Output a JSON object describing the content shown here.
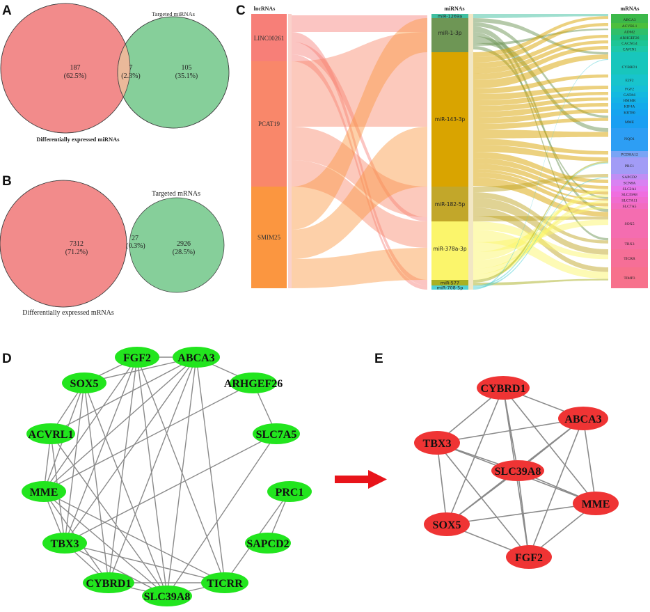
{
  "panels": {
    "A": "A",
    "B": "B",
    "C": "C",
    "D": "D",
    "E": "E"
  },
  "venn_a": {
    "left_label": "Differentially expressed miRNAs",
    "right_label": "Targeted miRNAs",
    "left_count": "187",
    "left_pct": "(62.5%)",
    "overlap_count": "7",
    "overlap_pct": "(2.3%)",
    "right_count": "105",
    "right_pct": "(35.1%)",
    "colors": {
      "left": "#f28b8b",
      "right": "#86cf9a",
      "overlap": "#eab99a"
    }
  },
  "venn_b": {
    "left_label": "Differentially expressed mRNAs",
    "right_label": "Targeted mRNAs",
    "left_count": "7312",
    "left_pct": "(71.2%)",
    "overlap_count": "27",
    "overlap_pct": "(0.3%)",
    "right_count": "2926",
    "right_pct": "(28.5%)",
    "colors": {
      "left": "#f28b8b",
      "right": "#86cf9a"
    }
  },
  "sankey": {
    "col_headers": {
      "lnc": "lncRNAs",
      "mi": "miRNAs",
      "m": "mRNAs"
    },
    "lncrnas": [
      {
        "name": "LINC00261",
        "color": "#f77f78"
      },
      {
        "name": "PCAT19",
        "color": "#f9876a"
      },
      {
        "name": "SMIM25",
        "color": "#fb9640"
      }
    ],
    "mirnas": [
      {
        "name": "miR-1269a",
        "color": "#3fbfa0"
      },
      {
        "name": "miR-1-3p",
        "color": "#6e9655"
      },
      {
        "name": "miR-143-3p",
        "color": "#d9a400"
      },
      {
        "name": "miR-182-5p",
        "color": "#c2a72a"
      },
      {
        "name": "miR-378a-3p",
        "color": "#fbf56b"
      },
      {
        "name": "miR-577",
        "color": "#a9b022"
      },
      {
        "name": "miR-708-5p",
        "color": "#4fd0d6"
      }
    ],
    "mrnas": [
      {
        "name": "ABCA3",
        "color": "#3cb84a"
      },
      {
        "name": "ACVRL1",
        "color": "#4cbf3c"
      },
      {
        "name": "ADM2",
        "color": "#2fbf6a"
      },
      {
        "name": "ARHGEF26",
        "color": "#20c080"
      },
      {
        "name": "CACNG4",
        "color": "#1fc596"
      },
      {
        "name": "CAVIN1",
        "color": "#1ec8a8"
      },
      {
        "name": "CYBRD1",
        "color": "#18c6bc"
      },
      {
        "name": "E2F2",
        "color": "#18c4cc"
      },
      {
        "name": "FGF2",
        "color": "#16bfd8"
      },
      {
        "name": "GATA6",
        "color": "#14b9e0"
      },
      {
        "name": "HMMR",
        "color": "#14b2e6"
      },
      {
        "name": "KIF4A",
        "color": "#14abeb"
      },
      {
        "name": "KRT80",
        "color": "#16a4ef"
      },
      {
        "name": "MME",
        "color": "#1a9ff2"
      },
      {
        "name": "NQO1",
        "color": "#2d9ef4"
      },
      {
        "name": "PCDHA12",
        "color": "#7aa4f5"
      },
      {
        "name": "PRC1",
        "color": "#a29cf6"
      },
      {
        "name": "SAPCD2",
        "color": "#c08ef4"
      },
      {
        "name": "SCN8A",
        "color": "#d982f2"
      },
      {
        "name": "SLC2A1",
        "color": "#e877ec"
      },
      {
        "name": "SLC39A8",
        "color": "#ef6fdf"
      },
      {
        "name": "SLC7A11",
        "color": "#f06dcf"
      },
      {
        "name": "SLC7A5",
        "color": "#f26cc0"
      },
      {
        "name": "SOX5",
        "color": "#f46db0"
      },
      {
        "name": "TBX3",
        "color": "#f56ea3"
      },
      {
        "name": "TICRR",
        "color": "#f66f97"
      },
      {
        "name": "TIMP3",
        "color": "#f7718c"
      }
    ]
  },
  "network_d": {
    "node_color": "#22e51e",
    "edge_color": "#8a8a8a",
    "nodes": [
      "FGF2",
      "ABCA3",
      "SOX5",
      "ARHGEF26",
      "ACVRL1",
      "SLC7A5",
      "MME",
      "PRC1",
      "TBX3",
      "SAPCD2",
      "CYBRD1",
      "TICRR",
      "SLC39A8"
    ]
  },
  "network_e": {
    "node_color": "#ef3434",
    "edge_color": "#8a8a8a",
    "nodes": [
      "CYBRD1",
      "ABCA3",
      "TBX3",
      "SLC39A8",
      "MME",
      "SOX5",
      "FGF2"
    ]
  },
  "arrow_color": "#e8141a"
}
